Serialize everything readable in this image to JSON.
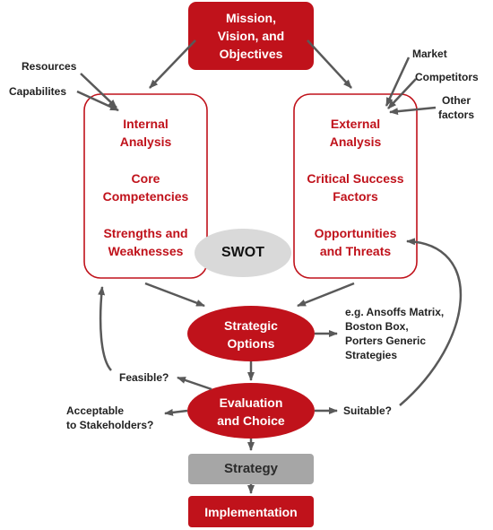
{
  "diagram": {
    "mission": [
      "Mission,",
      "Vision, and",
      "Objectives"
    ],
    "internal": {
      "analysis": [
        "Internal",
        "Analysis"
      ],
      "core": [
        "Core",
        "Competencies"
      ],
      "sw": [
        "Strengths and",
        "Weaknesses"
      ]
    },
    "external": {
      "analysis": [
        "External",
        "Analysis"
      ],
      "csf": [
        "Critical Success",
        "Factors"
      ],
      "ot": [
        "Opportunities",
        "and Threats"
      ]
    },
    "swot": "SWOT",
    "options": [
      "Strategic",
      "Options"
    ],
    "evaluation": [
      "Evaluation",
      "and Choice"
    ],
    "strategy": "Strategy",
    "implementation": "Implementation",
    "inputs_left": {
      "resources": "Resources",
      "capabilities": "Capabilites"
    },
    "inputs_right": {
      "market": "Market",
      "competitors": "Competitors",
      "other": [
        "Other",
        "factors"
      ]
    },
    "options_examples": [
      "e.g. Ansoffs Matrix,",
      "Boston Box,",
      "Porters Generic",
      "Strategies"
    ],
    "tests": {
      "feasible": "Feasible?",
      "acceptable": [
        "Acceptable",
        "to Stakeholders?"
      ],
      "suitable": "Suitable?"
    },
    "colors": {
      "red": "#c0121b",
      "grey": "#a6a6a6",
      "swot_fill": "#d9d9d9",
      "arrow": "#595959"
    }
  }
}
